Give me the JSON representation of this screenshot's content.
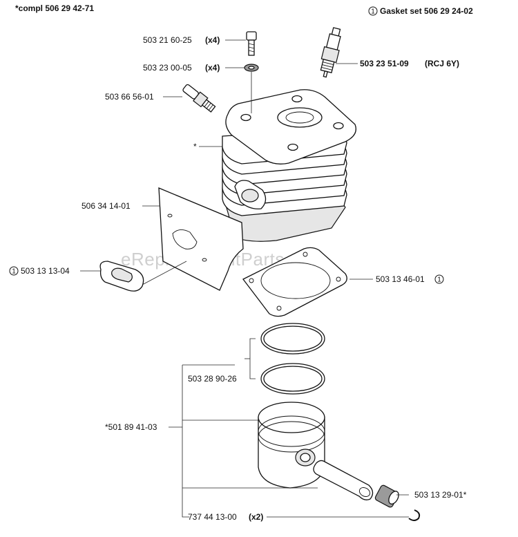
{
  "header": {
    "compl_label": "*compl 506 29 42-71",
    "gasket_set_marker": "1",
    "gasket_set_label": "Gasket set 506 29 24-02"
  },
  "watermark": "eReplacementParts.com",
  "callouts": {
    "screw": {
      "part": "503 21 60-25",
      "qty": "(x4)"
    },
    "washer": {
      "part": "503 23 00-05",
      "qty": "(x4)"
    },
    "spark_plug": {
      "part": "503 23 51-09",
      "type": "(RCJ 6Y)"
    },
    "decompression_valve": {
      "part": "503 66 56-01"
    },
    "cylinder": {
      "part": "*"
    },
    "heat_shield": {
      "part": "506 34 14-01"
    },
    "exhaust_gasket": {
      "marker": "1",
      "part": "503 13 13-04"
    },
    "cylinder_gasket": {
      "part": "503 13 46-01",
      "marker": "1"
    },
    "piston_rings": {
      "part": "503 28 90-26"
    },
    "piston": {
      "part": "*501 89 41-03"
    },
    "needle_bearing": {
      "part": "503 13 29-01*"
    },
    "circlip": {
      "part": "737 44 13-00",
      "qty": "(x2)"
    }
  }
}
